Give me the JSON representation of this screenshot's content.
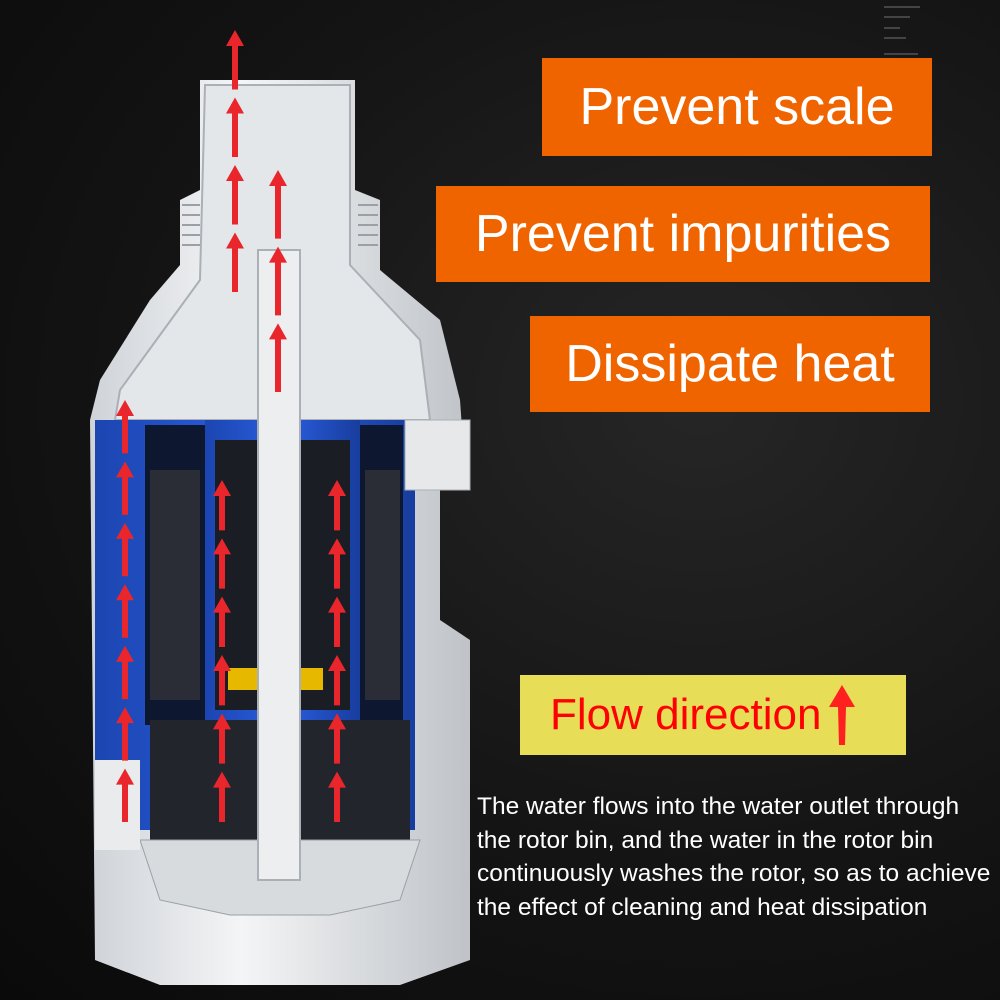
{
  "features": [
    "Prevent scale",
    "Prevent impurities",
    "Dissipate heat"
  ],
  "legend": {
    "label": "Flow direction",
    "arrow_icon": "red-up-arrow"
  },
  "description": "The water flows into the water outlet through the rotor bin, and the water in the rotor bin continuously washes the rotor, so as to achieve the effect of cleaning and heat dissipation",
  "colors": {
    "tag_bg": "#f06400",
    "legend_bg": "#e8dd57",
    "legend_text": "#ff0000",
    "arrow": "#e8262b",
    "housing_blue": "#1d4fc4"
  }
}
